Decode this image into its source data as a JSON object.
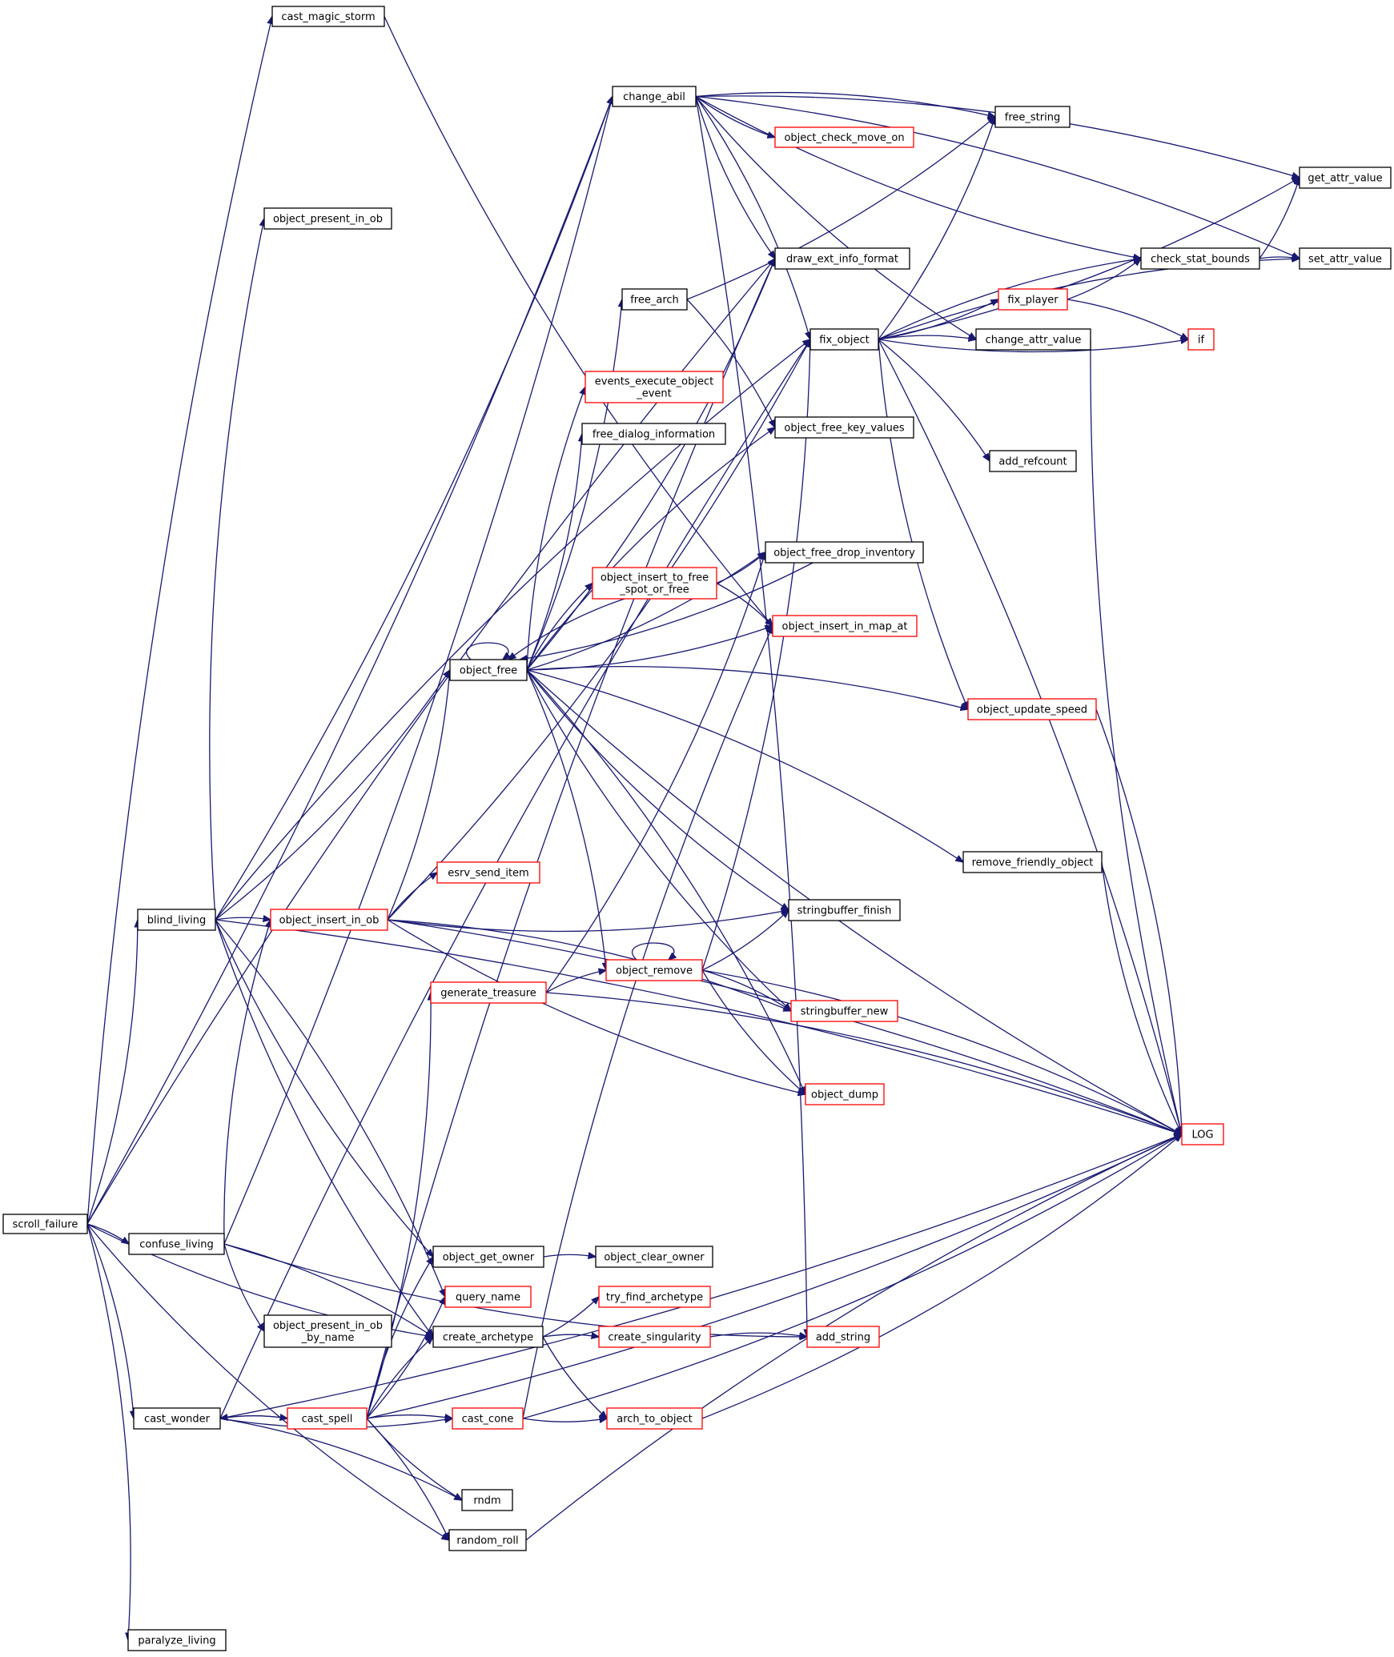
{
  "colors": {
    "edge": "#191970",
    "normal_border": "#000000",
    "truncated_border": "#ff0000",
    "root_fill": "#bfbfbf"
  },
  "root": "scroll_failure",
  "nodes": [
    {
      "id": "scroll_failure",
      "lines": [
        "scroll_failure"
      ],
      "truncated": false
    },
    {
      "id": "cast_magic_storm",
      "lines": [
        "cast_magic_storm"
      ],
      "truncated": false
    },
    {
      "id": "change_abil",
      "lines": [
        "change_abil"
      ],
      "truncated": false
    },
    {
      "id": "free_string",
      "lines": [
        "free_string"
      ],
      "truncated": false
    },
    {
      "id": "object_check_move_on",
      "lines": [
        "object_check_move_on"
      ],
      "truncated": true
    },
    {
      "id": "get_attr_value",
      "lines": [
        "get_attr_value"
      ],
      "truncated": false
    },
    {
      "id": "object_present_in_ob",
      "lines": [
        "object_present_in_ob"
      ],
      "truncated": false
    },
    {
      "id": "draw_ext_info_format",
      "lines": [
        "draw_ext_info_format"
      ],
      "truncated": false
    },
    {
      "id": "check_stat_bounds",
      "lines": [
        "check_stat_bounds"
      ],
      "truncated": false
    },
    {
      "id": "set_attr_value",
      "lines": [
        "set_attr_value"
      ],
      "truncated": false
    },
    {
      "id": "free_arch",
      "lines": [
        "free_arch"
      ],
      "truncated": false
    },
    {
      "id": "fix_player",
      "lines": [
        "fix_player"
      ],
      "truncated": true
    },
    {
      "id": "fix_object",
      "lines": [
        "fix_object"
      ],
      "truncated": false
    },
    {
      "id": "change_attr_value",
      "lines": [
        "change_attr_value"
      ],
      "truncated": false
    },
    {
      "id": "if",
      "lines": [
        "if"
      ],
      "truncated": true
    },
    {
      "id": "events_execute_object_event",
      "lines": [
        "events_execute_object",
        "_event"
      ],
      "truncated": true
    },
    {
      "id": "free_dialog_information",
      "lines": [
        "free_dialog_information"
      ],
      "truncated": false
    },
    {
      "id": "object_free_key_values",
      "lines": [
        "object_free_key_values"
      ],
      "truncated": false
    },
    {
      "id": "add_refcount",
      "lines": [
        "add_refcount"
      ],
      "truncated": false
    },
    {
      "id": "object_free_drop_inventory",
      "lines": [
        "object_free_drop_inventory"
      ],
      "truncated": false
    },
    {
      "id": "object_insert_to_free_spot_or_free",
      "lines": [
        "object_insert_to_free",
        "_spot_or_free"
      ],
      "truncated": true
    },
    {
      "id": "object_insert_in_map_at",
      "lines": [
        "object_insert_in_map_at"
      ],
      "truncated": true
    },
    {
      "id": "object_free",
      "lines": [
        "object_free"
      ],
      "truncated": false
    },
    {
      "id": "object_update_speed",
      "lines": [
        "object_update_speed"
      ],
      "truncated": true
    },
    {
      "id": "remove_friendly_object",
      "lines": [
        "remove_friendly_object"
      ],
      "truncated": false
    },
    {
      "id": "esrv_send_item",
      "lines": [
        "esrv_send_item"
      ],
      "truncated": true
    },
    {
      "id": "blind_living",
      "lines": [
        "blind_living"
      ],
      "truncated": false
    },
    {
      "id": "object_insert_in_ob",
      "lines": [
        "object_insert_in_ob"
      ],
      "truncated": true
    },
    {
      "id": "stringbuffer_finish",
      "lines": [
        "stringbuffer_finish"
      ],
      "truncated": false
    },
    {
      "id": "object_remove",
      "lines": [
        "object_remove"
      ],
      "truncated": true
    },
    {
      "id": "generate_treasure",
      "lines": [
        "generate_treasure"
      ],
      "truncated": true
    },
    {
      "id": "stringbuffer_new",
      "lines": [
        "stringbuffer_new"
      ],
      "truncated": true
    },
    {
      "id": "object_dump",
      "lines": [
        "object_dump"
      ],
      "truncated": true
    },
    {
      "id": "LOG",
      "lines": [
        "LOG"
      ],
      "truncated": true
    },
    {
      "id": "confuse_living",
      "lines": [
        "confuse_living"
      ],
      "truncated": false
    },
    {
      "id": "object_get_owner",
      "lines": [
        "object_get_owner"
      ],
      "truncated": false
    },
    {
      "id": "object_clear_owner",
      "lines": [
        "object_clear_owner"
      ],
      "truncated": false
    },
    {
      "id": "query_name",
      "lines": [
        "query_name"
      ],
      "truncated": true
    },
    {
      "id": "try_find_archetype",
      "lines": [
        "try_find_archetype"
      ],
      "truncated": true
    },
    {
      "id": "object_present_in_ob_by_name",
      "lines": [
        "object_present_in_ob",
        "_by_name"
      ],
      "truncated": false
    },
    {
      "id": "create_archetype",
      "lines": [
        "create_archetype"
      ],
      "truncated": false
    },
    {
      "id": "create_singularity",
      "lines": [
        "create_singularity"
      ],
      "truncated": true
    },
    {
      "id": "add_string",
      "lines": [
        "add_string"
      ],
      "truncated": true
    },
    {
      "id": "cast_wonder",
      "lines": [
        "cast_wonder"
      ],
      "truncated": false
    },
    {
      "id": "cast_spell",
      "lines": [
        "cast_spell"
      ],
      "truncated": true
    },
    {
      "id": "cast_cone",
      "lines": [
        "cast_cone"
      ],
      "truncated": true
    },
    {
      "id": "arch_to_object",
      "lines": [
        "arch_to_object"
      ],
      "truncated": true
    },
    {
      "id": "rndm",
      "lines": [
        "rndm"
      ],
      "truncated": false
    },
    {
      "id": "random_roll",
      "lines": [
        "random_roll"
      ],
      "truncated": false
    },
    {
      "id": "paralyze_living",
      "lines": [
        "paralyze_living"
      ],
      "truncated": false
    }
  ],
  "edges": [
    [
      "scroll_failure",
      "cast_magic_storm"
    ],
    [
      "scroll_failure",
      "change_abil"
    ],
    [
      "scroll_failure",
      "draw_ext_info_format"
    ],
    [
      "scroll_failure",
      "blind_living"
    ],
    [
      "scroll_failure",
      "confuse_living"
    ],
    [
      "scroll_failure",
      "create_archetype"
    ],
    [
      "scroll_failure",
      "cast_wonder"
    ],
    [
      "scroll_failure",
      "random_roll"
    ],
    [
      "scroll_failure",
      "paralyze_living"
    ],
    [
      "cast_magic_storm",
      "object_insert_in_map_at"
    ],
    [
      "change_abil",
      "free_string"
    ],
    [
      "change_abil",
      "object_check_move_on"
    ],
    [
      "change_abil",
      "get_attr_value"
    ],
    [
      "change_abil",
      "draw_ext_info_format"
    ],
    [
      "change_abil",
      "set_attr_value"
    ],
    [
      "change_abil",
      "check_stat_bounds"
    ],
    [
      "change_abil",
      "fix_object"
    ],
    [
      "change_abil",
      "change_attr_value"
    ],
    [
      "change_abil",
      "add_string"
    ],
    [
      "check_stat_bounds",
      "get_attr_value"
    ],
    [
      "check_stat_bounds",
      "set_attr_value"
    ],
    [
      "free_arch",
      "free_string"
    ],
    [
      "free_arch",
      "object_free_key_values"
    ],
    [
      "fix_object",
      "free_string"
    ],
    [
      "fix_object",
      "check_stat_bounds"
    ],
    [
      "fix_object",
      "get_attr_value"
    ],
    [
      "fix_object",
      "set_attr_value"
    ],
    [
      "fix_object",
      "fix_player"
    ],
    [
      "fix_object",
      "change_attr_value"
    ],
    [
      "fix_object",
      "if"
    ],
    [
      "fix_object",
      "add_refcount"
    ],
    [
      "fix_object",
      "object_update_speed"
    ],
    [
      "fix_object",
      "LOG"
    ],
    [
      "fix_player",
      "check_stat_bounds"
    ],
    [
      "fix_player",
      "if"
    ],
    [
      "change_attr_value",
      "LOG"
    ],
    [
      "object_free",
      "object_free"
    ],
    [
      "object_free",
      "free_arch"
    ],
    [
      "object_free",
      "events_execute_object_event"
    ],
    [
      "object_free",
      "free_dialog_information"
    ],
    [
      "object_free",
      "object_free_key_values"
    ],
    [
      "object_free",
      "object_free_drop_inventory"
    ],
    [
      "object_free",
      "object_insert_to_free_spot_or_free"
    ],
    [
      "object_free",
      "object_insert_in_map_at"
    ],
    [
      "object_free",
      "object_update_speed"
    ],
    [
      "object_free",
      "LOG"
    ],
    [
      "object_free",
      "remove_friendly_object"
    ],
    [
      "object_free",
      "stringbuffer_finish"
    ],
    [
      "object_free",
      "object_remove"
    ],
    [
      "object_free",
      "stringbuffer_new"
    ],
    [
      "object_free",
      "object_dump"
    ],
    [
      "object_free",
      "draw_ext_info_format"
    ],
    [
      "object_free_drop_inventory",
      "object_free"
    ],
    [
      "object_insert_to_free_spot_or_free",
      "object_free_drop_inventory"
    ],
    [
      "object_insert_to_free_spot_or_free",
      "object_insert_in_map_at"
    ],
    [
      "object_insert_to_free_spot_or_free",
      "object_free"
    ],
    [
      "object_update_speed",
      "LOG"
    ],
    [
      "remove_friendly_object",
      "LOG"
    ],
    [
      "blind_living",
      "object_present_in_ob"
    ],
    [
      "blind_living",
      "change_abil"
    ],
    [
      "blind_living",
      "fix_object"
    ],
    [
      "blind_living",
      "object_free"
    ],
    [
      "blind_living",
      "object_insert_in_ob"
    ],
    [
      "blind_living",
      "object_get_owner"
    ],
    [
      "blind_living",
      "query_name"
    ],
    [
      "blind_living",
      "create_archetype"
    ],
    [
      "blind_living",
      "LOG"
    ],
    [
      "object_insert_in_ob",
      "object_free"
    ],
    [
      "object_insert_in_ob",
      "esrv_send_item"
    ],
    [
      "object_insert_in_ob",
      "stringbuffer_finish"
    ],
    [
      "object_insert_in_ob",
      "stringbuffer_new"
    ],
    [
      "object_insert_in_ob",
      "object_dump"
    ],
    [
      "object_insert_in_ob",
      "LOG"
    ],
    [
      "object_insert_in_ob",
      "fix_object"
    ],
    [
      "object_remove",
      "object_remove"
    ],
    [
      "object_remove",
      "stringbuffer_finish"
    ],
    [
      "object_remove",
      "stringbuffer_new"
    ],
    [
      "object_remove",
      "object_dump"
    ],
    [
      "object_remove",
      "LOG"
    ],
    [
      "object_remove",
      "fix_object"
    ],
    [
      "generate_treasure",
      "object_remove"
    ],
    [
      "generate_treasure",
      "object_free_drop_inventory"
    ],
    [
      "generate_treasure",
      "LOG"
    ],
    [
      "confuse_living",
      "change_abil"
    ],
    [
      "confuse_living",
      "object_insert_in_ob"
    ],
    [
      "confuse_living",
      "object_present_in_ob_by_name"
    ],
    [
      "confuse_living",
      "create_archetype"
    ],
    [
      "confuse_living",
      "add_string"
    ],
    [
      "object_get_owner",
      "object_clear_owner"
    ],
    [
      "create_archetype",
      "try_find_archetype"
    ],
    [
      "create_archetype",
      "create_singularity"
    ],
    [
      "create_archetype",
      "arch_to_object"
    ],
    [
      "create_singularity",
      "add_string"
    ],
    [
      "arch_to_object",
      "LOG"
    ],
    [
      "cast_wonder",
      "cast_spell"
    ],
    [
      "cast_wonder",
      "cast_cone"
    ],
    [
      "cast_wonder",
      "rndm"
    ],
    [
      "cast_wonder",
      "LOG"
    ],
    [
      "cast_wonder",
      "fix_object"
    ],
    [
      "cast_spell",
      "cast_wonder"
    ],
    [
      "cast_spell",
      "object_get_owner"
    ],
    [
      "cast_spell",
      "query_name"
    ],
    [
      "cast_spell",
      "create_archetype"
    ],
    [
      "cast_spell",
      "generate_treasure"
    ],
    [
      "cast_spell",
      "cast_cone"
    ],
    [
      "cast_spell",
      "rndm"
    ],
    [
      "cast_spell",
      "random_roll"
    ],
    [
      "cast_spell",
      "LOG"
    ],
    [
      "cast_spell",
      "draw_ext_info_format"
    ],
    [
      "cast_cone",
      "arch_to_object"
    ],
    [
      "cast_cone",
      "object_insert_in_map_at"
    ],
    [
      "cast_cone",
      "LOG"
    ],
    [
      "random_roll",
      "LOG"
    ]
  ]
}
